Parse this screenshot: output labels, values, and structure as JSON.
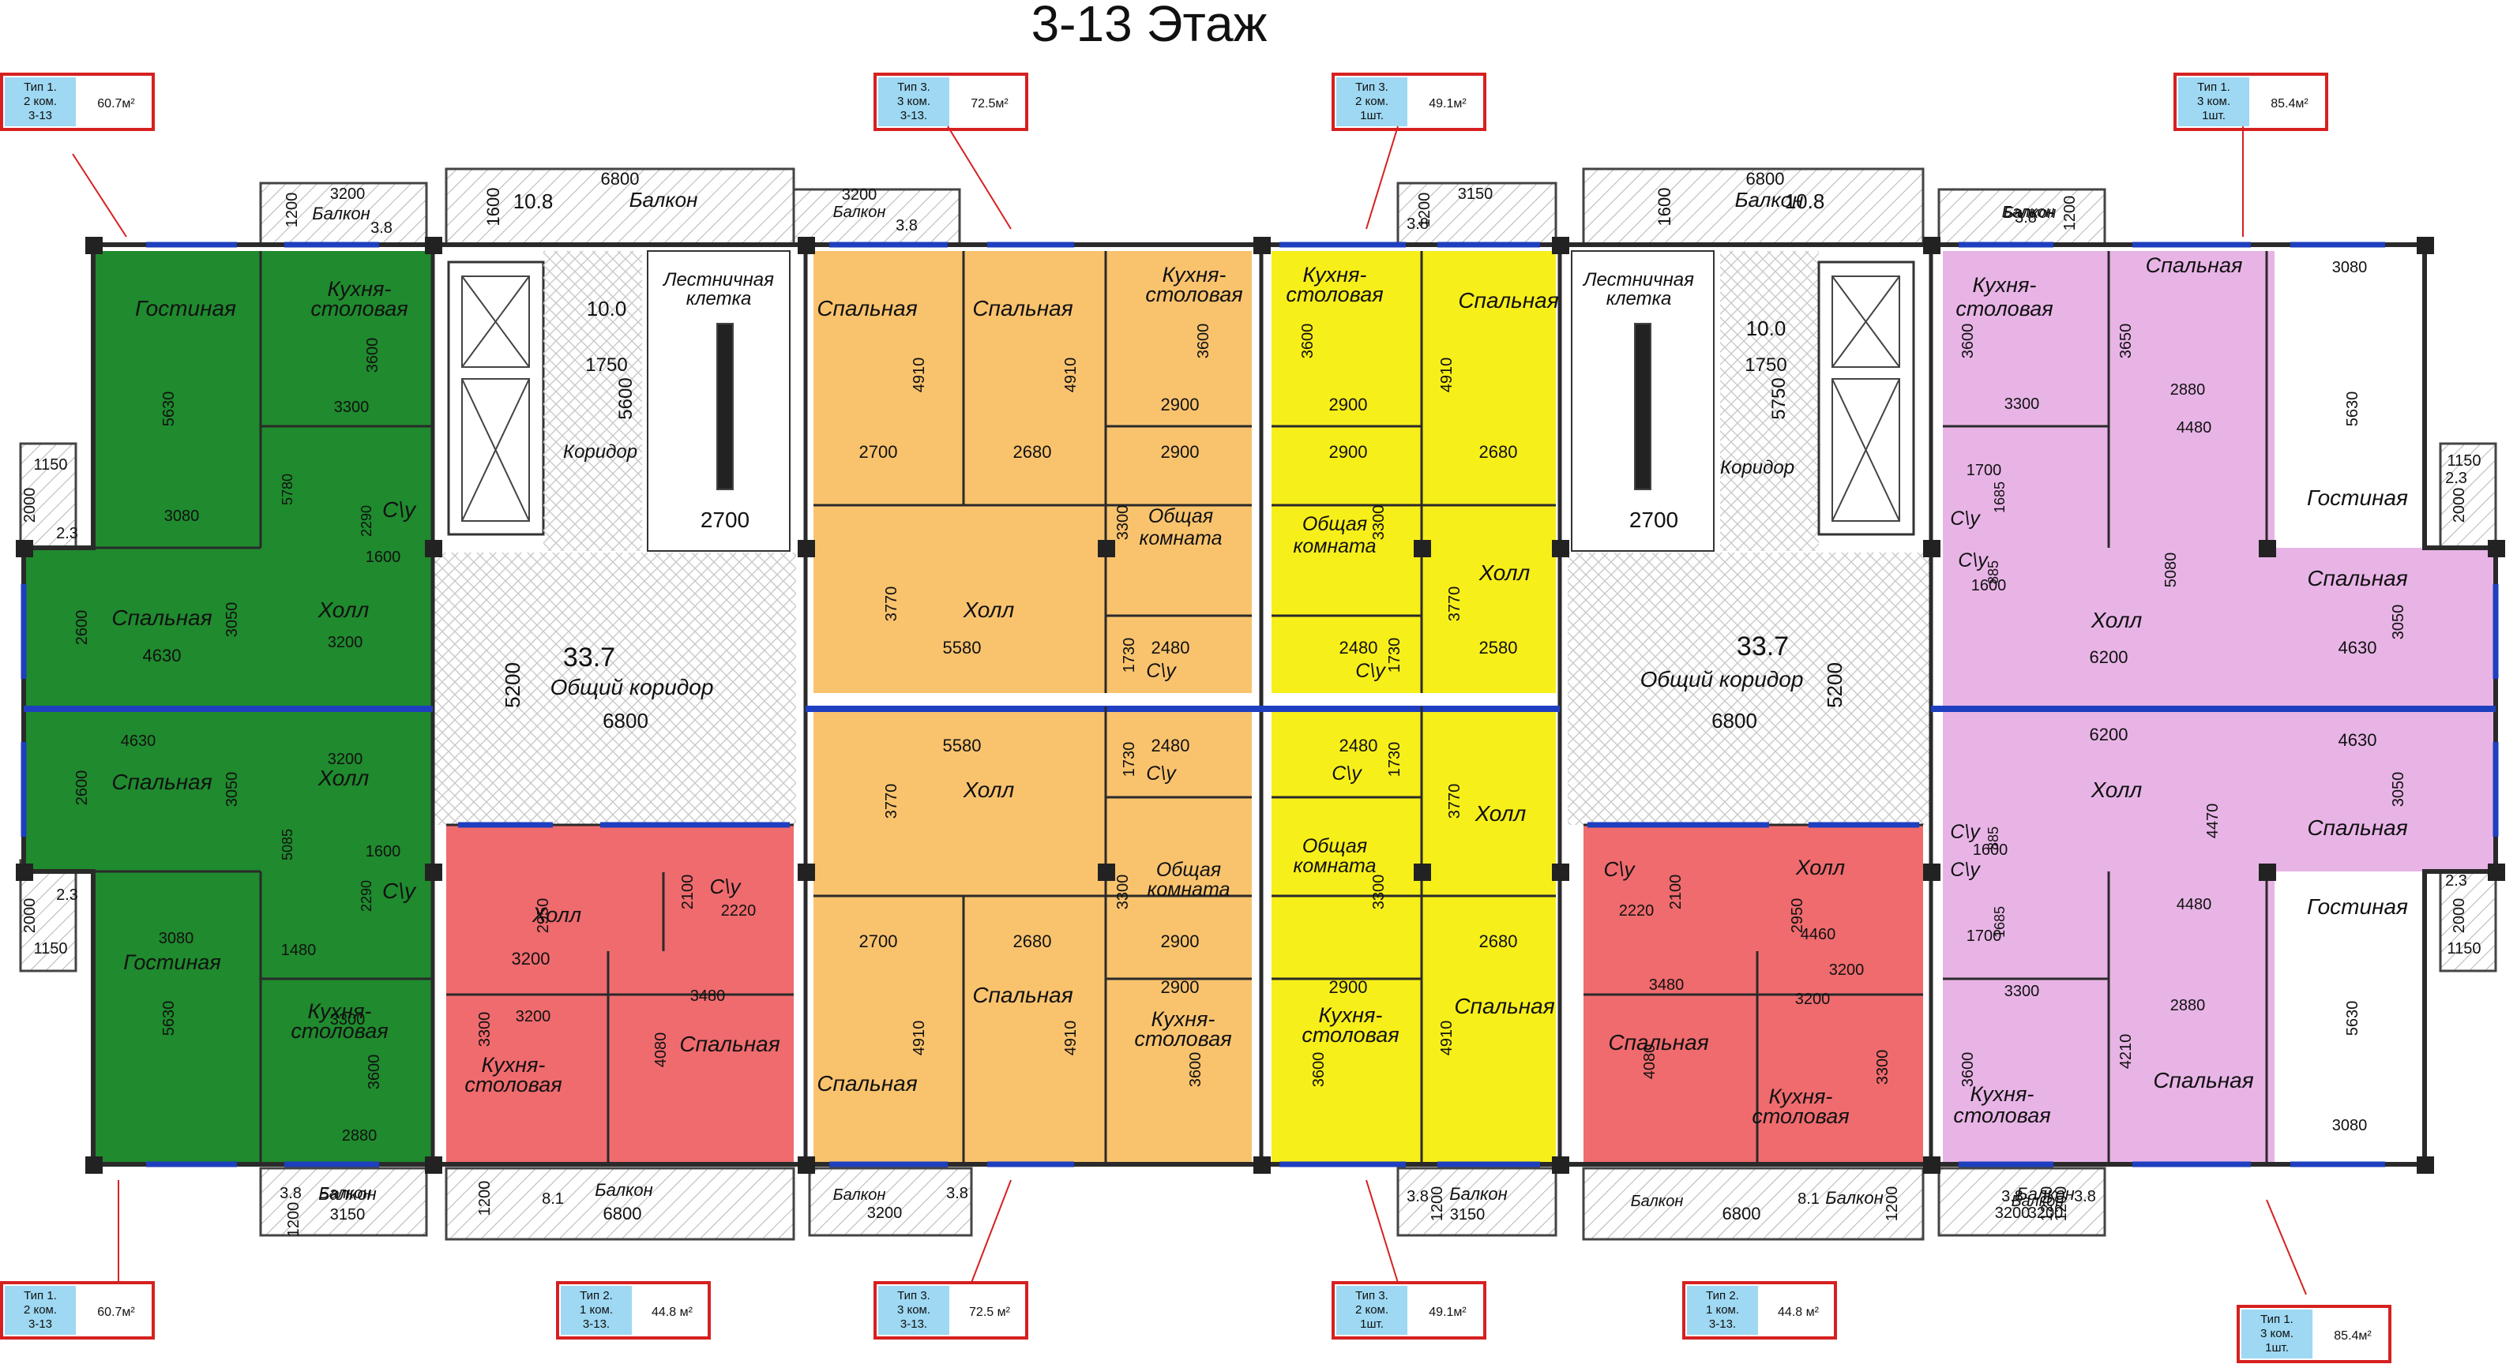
{
  "title": "3-13 Этаж",
  "colors": {
    "green": "#1f8a2e",
    "orange": "#f9c36e",
    "yellow": "#f7ef1a",
    "red": "#ef6b6e",
    "pink": "#e8b4e6",
    "tag_border": "#d62020",
    "tag_fill": "#9ed8f2",
    "wall": "#222222",
    "hatch": "#bfbfbf"
  },
  "tags": [
    {
      "id": "t1",
      "lines": [
        "Тип 1.",
        "2 ком.",
        "3-13"
      ],
      "area": "60.7м²"
    },
    {
      "id": "t2",
      "lines": [
        "Тип 3.",
        "3 ком.",
        "3-13."
      ],
      "area": "72.5м²"
    },
    {
      "id": "t3",
      "lines": [
        "Тип 3.",
        "2 ком.",
        "1шт."
      ],
      "area": "49.1м²"
    },
    {
      "id": "t4",
      "lines": [
        "Тип 1.",
        "3 ком.",
        "1шт."
      ],
      "area": "85.4м²"
    },
    {
      "id": "t5",
      "lines": [
        "Тип 1.",
        "2 ком.",
        "3-13"
      ],
      "area": "60.7м²"
    },
    {
      "id": "t6",
      "lines": [
        "Тип 2.",
        "1 ком.",
        "3-13."
      ],
      "area": "44.8 м²"
    },
    {
      "id": "t7",
      "lines": [
        "Тип 3.",
        "3 ком.",
        "3-13."
      ],
      "area": "72.5 м²"
    },
    {
      "id": "t8",
      "lines": [
        "Тип 3.",
        "2 ком.",
        "1шт."
      ],
      "area": "49.1м²"
    },
    {
      "id": "t9",
      "lines": [
        "Тип 2.",
        "1 ком.",
        "3-13."
      ],
      "area": "44.8 м²"
    },
    {
      "id": "t10",
      "lines": [
        "Тип 1.",
        "3 ком.",
        "1шт."
      ],
      "area": "85.4м²"
    }
  ],
  "rooms": [
    {
      "id": "r1",
      "text": "Гостиная"
    },
    {
      "id": "r2",
      "text": "Кухня-"
    },
    {
      "id": "r3",
      "text": "столовая"
    },
    {
      "id": "r4",
      "text": "Спальная"
    },
    {
      "id": "r5",
      "text": "Холл"
    },
    {
      "id": "r6",
      "text": "С\\у"
    },
    {
      "id": "r7",
      "text": "Холл"
    },
    {
      "id": "r8",
      "text": "Спальная"
    },
    {
      "id": "r9",
      "text": "С\\у"
    },
    {
      "id": "r10",
      "text": "Гостиная"
    },
    {
      "id": "r11",
      "text": "Кухня-"
    },
    {
      "id": "r12",
      "text": "столовая"
    },
    {
      "id": "r13",
      "text": "Балкон"
    },
    {
      "id": "r14",
      "text": "Балкон"
    },
    {
      "id": "r15",
      "text": "Балкон"
    },
    {
      "id": "r16",
      "text": "Балкон"
    },
    {
      "id": "r17",
      "text": "Коридор"
    },
    {
      "id": "r18",
      "text": "Лестничная"
    },
    {
      "id": "r19",
      "text": "клетка"
    },
    {
      "id": "r20",
      "text": "Общий коридор"
    },
    {
      "id": "r21",
      "text": "Балкон"
    },
    {
      "id": "r22",
      "text": "Спальная"
    },
    {
      "id": "r23",
      "text": "Спальная"
    },
    {
      "id": "r24",
      "text": "Кухня-"
    },
    {
      "id": "r25",
      "text": "столовая"
    },
    {
      "id": "r26",
      "text": "Общая"
    },
    {
      "id": "r27",
      "text": "комната"
    },
    {
      "id": "r28",
      "text": "Холл"
    },
    {
      "id": "r29",
      "text": "С\\у"
    },
    {
      "id": "r30",
      "text": "С\\у"
    },
    {
      "id": "r31",
      "text": "Холл"
    },
    {
      "id": "r32",
      "text": "Общая"
    },
    {
      "id": "r33",
      "text": "комната"
    },
    {
      "id": "r34",
      "text": "Спальная"
    },
    {
      "id": "r35",
      "text": "Кухня-"
    },
    {
      "id": "r36",
      "text": "столовая"
    },
    {
      "id": "r37",
      "text": "Спальная"
    },
    {
      "id": "r38",
      "text": "Балкон"
    },
    {
      "id": "r39",
      "text": "Кухня-"
    },
    {
      "id": "r40",
      "text": "столовая"
    },
    {
      "id": "r41",
      "text": "Спальная"
    },
    {
      "id": "r42",
      "text": "Общая"
    },
    {
      "id": "r43",
      "text": "комната"
    },
    {
      "id": "r44",
      "text": "Холл"
    },
    {
      "id": "r45",
      "text": "С\\у"
    },
    {
      "id": "r46",
      "text": "С\\у"
    },
    {
      "id": "r47",
      "text": "Холл"
    },
    {
      "id": "r48",
      "text": "Общая"
    },
    {
      "id": "r49",
      "text": "комната"
    },
    {
      "id": "r50",
      "text": "Кухня-"
    },
    {
      "id": "r51",
      "text": "столовая"
    },
    {
      "id": "r52",
      "text": "Спальная"
    },
    {
      "id": "r53",
      "text": "Балкон"
    },
    {
      "id": "r54",
      "text": "Балкон"
    },
    {
      "id": "r55",
      "text": "Лестничная"
    },
    {
      "id": "r56",
      "text": "клетка"
    },
    {
      "id": "r57",
      "text": "Коридор"
    },
    {
      "id": "r58",
      "text": "Общий коридор"
    },
    {
      "id": "r59",
      "text": "Балкон"
    },
    {
      "id": "r60",
      "text": "Балкон"
    },
    {
      "id": "r61",
      "text": "Балкон"
    },
    {
      "id": "r62",
      "text": "Кухня-"
    },
    {
      "id": "r63",
      "text": "столовая"
    },
    {
      "id": "r64",
      "text": "Спальная"
    },
    {
      "id": "r65",
      "text": "Гостиная"
    },
    {
      "id": "r66",
      "text": "С\\у"
    },
    {
      "id": "r67",
      "text": "С\\у"
    },
    {
      "id": "r68",
      "text": "Холл"
    },
    {
      "id": "r69",
      "text": "Спальная"
    },
    {
      "id": "r70",
      "text": "Холл"
    },
    {
      "id": "r71",
      "text": "Спальная"
    },
    {
      "id": "r72",
      "text": "С\\у"
    },
    {
      "id": "r73",
      "text": "С\\у"
    },
    {
      "id": "r74",
      "text": "Гостиная"
    },
    {
      "id": "r75",
      "text": "Кухня-"
    },
    {
      "id": "r76",
      "text": "столовая"
    },
    {
      "id": "r77",
      "text": "Спальная"
    },
    {
      "id": "r78",
      "text": "Балкон"
    },
    {
      "id": "r79",
      "text": "Балкон"
    },
    {
      "id": "r80",
      "text": "Холл"
    },
    {
      "id": "r81",
      "text": "С\\у"
    },
    {
      "id": "r82",
      "text": "Спальная"
    },
    {
      "id": "r83",
      "text": "Кухня-"
    },
    {
      "id": "r84",
      "text": "столовая"
    },
    {
      "id": "r85",
      "text": "Холл"
    },
    {
      "id": "r86",
      "text": "С\\у"
    },
    {
      "id": "r87",
      "text": "Спальная"
    },
    {
      "id": "r88",
      "text": "Кухня-"
    },
    {
      "id": "r89",
      "text": "столовая"
    },
    {
      "id": "r90",
      "text": "Балкон"
    },
    {
      "id": "r91",
      "text": "Балкон"
    }
  ],
  "dims": [
    {
      "id": "d1",
      "text": "5630"
    },
    {
      "id": "d2",
      "text": "3600"
    },
    {
      "id": "d3",
      "text": "3300"
    },
    {
      "id": "d4",
      "text": "3080"
    },
    {
      "id": "d5",
      "text": "5780"
    },
    {
      "id": "d6",
      "text": "2290"
    },
    {
      "id": "d7",
      "text": "1600"
    },
    {
      "id": "d8",
      "text": "2600"
    },
    {
      "id": "d9",
      "text": "3050"
    },
    {
      "id": "d10",
      "text": "4630"
    },
    {
      "id": "d11",
      "text": "3200"
    },
    {
      "id": "d12",
      "text": "4630"
    },
    {
      "id": "d13",
      "text": "3200"
    },
    {
      "id": "d14",
      "text": "2600"
    },
    {
      "id": "d15",
      "text": "3050"
    },
    {
      "id": "d16",
      "text": "5085"
    },
    {
      "id": "d17",
      "text": "1600"
    },
    {
      "id": "d18",
      "text": "2290"
    },
    {
      "id": "d19",
      "text": "3080"
    },
    {
      "id": "d20",
      "text": "1480"
    },
    {
      "id": "d21",
      "text": "5630"
    },
    {
      "id": "d22",
      "text": "3300"
    },
    {
      "id": "d23",
      "text": "3600"
    },
    {
      "id": "d24",
      "text": "2880"
    },
    {
      "id": "d25",
      "text": "3200"
    },
    {
      "id": "d26",
      "text": "1200"
    },
    {
      "id": "d27",
      "text": "3.8"
    },
    {
      "id": "d28",
      "text": "3.8"
    },
    {
      "id": "d29",
      "text": "1200"
    },
    {
      "id": "d30",
      "text": "3150"
    },
    {
      "id": "d31",
      "text": "1150"
    },
    {
      "id": "d32",
      "text": "2000"
    },
    {
      "id": "d33",
      "text": "2.3"
    },
    {
      "id": "d34",
      "text": "2000"
    },
    {
      "id": "d35",
      "text": "2.3"
    },
    {
      "id": "d36",
      "text": "1150"
    },
    {
      "id": "d37",
      "text": "6800"
    },
    {
      "id": "d38",
      "text": "1600"
    },
    {
      "id": "d39",
      "text": "10.8"
    },
    {
      "id": "d40",
      "text": "10.0"
    },
    {
      "id": "d41",
      "text": "1750"
    },
    {
      "id": "d42",
      "text": "5600"
    },
    {
      "id": "d43",
      "text": "2700"
    },
    {
      "id": "d44",
      "text": "33.7"
    },
    {
      "id": "d45",
      "text": "5200"
    },
    {
      "id": "d46",
      "text": "6800"
    },
    {
      "id": "d47",
      "text": "2950"
    },
    {
      "id": "d48",
      "text": "2100"
    },
    {
      "id": "d49",
      "text": "2220"
    },
    {
      "id": "d50",
      "text": "3200"
    },
    {
      "id": "d51",
      "text": "3480"
    },
    {
      "id": "d52",
      "text": "3300"
    },
    {
      "id": "d53",
      "text": "3200"
    },
    {
      "id": "d54",
      "text": "4080"
    },
    {
      "id": "d55",
      "text": "1200"
    },
    {
      "id": "d56",
      "text": "8.1"
    },
    {
      "id": "d57",
      "text": "6800"
    },
    {
      "id": "d58",
      "text": "3150"
    },
    {
      "id": "d59",
      "text": "1200"
    },
    {
      "id": "d60",
      "text": "3.8"
    },
    {
      "id": "d61",
      "text": "4910"
    },
    {
      "id": "d62",
      "text": "4910"
    },
    {
      "id": "d63",
      "text": "3600"
    },
    {
      "id": "d64",
      "text": "2900"
    },
    {
      "id": "d65",
      "text": "2700"
    },
    {
      "id": "d66",
      "text": "2680"
    },
    {
      "id": "d67",
      "text": "2900"
    },
    {
      "id": "d68",
      "text": "3300"
    },
    {
      "id": "d69",
      "text": "3770"
    },
    {
      "id": "d70",
      "text": "5580"
    },
    {
      "id": "d71",
      "text": "1730"
    },
    {
      "id": "d72",
      "text": "2480"
    },
    {
      "id": "d73",
      "text": "5580"
    },
    {
      "id": "d74",
      "text": "1730"
    },
    {
      "id": "d75",
      "text": "2480"
    },
    {
      "id": "d76",
      "text": "3770"
    },
    {
      "id": "d77",
      "text": "3300"
    },
    {
      "id": "d78",
      "text": "2700"
    },
    {
      "id": "d79",
      "text": "2680"
    },
    {
      "id": "d80",
      "text": "2900"
    },
    {
      "id": "d81",
      "text": "2900"
    },
    {
      "id": "d82",
      "text": "4910"
    },
    {
      "id": "d83",
      "text": "4910"
    },
    {
      "id": "d84",
      "text": "3600"
    },
    {
      "id": "d85",
      "text": "3200"
    },
    {
      "id": "d86",
      "text": "3.8"
    },
    {
      "id": "d87",
      "text": "3200"
    },
    {
      "id": "d88",
      "text": "3.8"
    },
    {
      "id": "d89",
      "text": "3600"
    },
    {
      "id": "d90",
      "text": "4910"
    },
    {
      "id": "d91",
      "text": "2900"
    },
    {
      "id": "d92",
      "text": "2900"
    },
    {
      "id": "d93",
      "text": "2680"
    },
    {
      "id": "d94",
      "text": "3300"
    },
    {
      "id": "d95",
      "text": "1730"
    },
    {
      "id": "d96",
      "text": "2480"
    },
    {
      "id": "d97",
      "text": "3770"
    },
    {
      "id": "d98",
      "text": "2580"
    },
    {
      "id": "d99",
      "text": "2480"
    },
    {
      "id": "d100",
      "text": "1730"
    },
    {
      "id": "d101",
      "text": "3300"
    },
    {
      "id": "d102",
      "text": "3770"
    },
    {
      "id": "d103",
      "text": "2680"
    },
    {
      "id": "d104",
      "text": "2900"
    },
    {
      "id": "d105",
      "text": "3600"
    },
    {
      "id": "d106",
      "text": "4910"
    },
    {
      "id": "d107",
      "text": "3.8"
    },
    {
      "id": "d108",
      "text": "1200"
    },
    {
      "id": "d109",
      "text": "3150"
    },
    {
      "id": "d110",
      "text": "3200"
    },
    {
      "id": "d111",
      "text": "3.8"
    },
    {
      "id": "d112",
      "text": "1200"
    },
    {
      "id": "d113",
      "text": "6800"
    },
    {
      "id": "d114",
      "text": "1600"
    },
    {
      "id": "d115",
      "text": "10.8"
    },
    {
      "id": "d116",
      "text": "10.0"
    },
    {
      "id": "d117",
      "text": "1750"
    },
    {
      "id": "d118",
      "text": "5750"
    },
    {
      "id": "d119",
      "text": "2700"
    },
    {
      "id": "d120",
      "text": "33.7"
    },
    {
      "id": "d121",
      "text": "5200"
    },
    {
      "id": "d122",
      "text": "6800"
    },
    {
      "id": "d123",
      "text": "2220"
    },
    {
      "id": "d124",
      "text": "2100"
    },
    {
      "id": "d125",
      "text": "2950"
    },
    {
      "id": "d126",
      "text": "4460"
    },
    {
      "id": "d127",
      "text": "3200"
    },
    {
      "id": "d128",
      "text": "3480"
    },
    {
      "id": "d129",
      "text": "3200"
    },
    {
      "id": "d130",
      "text": "4080"
    },
    {
      "id": "d131",
      "text": "3300"
    },
    {
      "id": "d132",
      "text": "6800"
    },
    {
      "id": "d133",
      "text": "8.1"
    },
    {
      "id": "d134",
      "text": "1200"
    },
    {
      "id": "d135",
      "text": "3200"
    },
    {
      "id": "d136",
      "text": "3.8"
    },
    {
      "id": "d137",
      "text": "1200"
    },
    {
      "id": "d138",
      "text": "3.8"
    },
    {
      "id": "d139",
      "text": "1200"
    },
    {
      "id": "d140",
      "text": "3600"
    },
    {
      "id": "d141",
      "text": "3650"
    },
    {
      "id": "d142",
      "text": "3300"
    },
    {
      "id": "d143",
      "text": "2880"
    },
    {
      "id": "d144",
      "text": "3080"
    },
    {
      "id": "d145",
      "text": "5630"
    },
    {
      "id": "d146",
      "text": "4480"
    },
    {
      "id": "d147",
      "text": "1700"
    },
    {
      "id": "d148",
      "text": "1685"
    },
    {
      "id": "d149",
      "text": "1600"
    },
    {
      "id": "d150",
      "text": "885"
    },
    {
      "id": "d151",
      "text": "5080"
    },
    {
      "id": "d152",
      "text": "6200"
    },
    {
      "id": "d153",
      "text": "3050"
    },
    {
      "id": "d154",
      "text": "4630"
    },
    {
      "id": "d155",
      "text": "6200"
    },
    {
      "id": "d156",
      "text": "4630"
    },
    {
      "id": "d157",
      "text": "3050"
    },
    {
      "id": "d158",
      "text": "4470"
    },
    {
      "id": "d159",
      "text": "1600"
    },
    {
      "id": "d160",
      "text": "885"
    },
    {
      "id": "d161",
      "text": "1700"
    },
    {
      "id": "d162",
      "text": "1685"
    },
    {
      "id": "d163",
      "text": "4480"
    },
    {
      "id": "d164",
      "text": "3300"
    },
    {
      "id": "d165",
      "text": "2880"
    },
    {
      "id": "d166",
      "text": "5630"
    },
    {
      "id": "d167",
      "text": "3600"
    },
    {
      "id": "d168",
      "text": "4210"
    },
    {
      "id": "d169",
      "text": "3080"
    },
    {
      "id": "d170",
      "text": "1150"
    },
    {
      "id": "d171",
      "text": "2.3"
    },
    {
      "id": "d172",
      "text": "2000"
    },
    {
      "id": "d173",
      "text": "2.3"
    },
    {
      "id": "d174",
      "text": "2000"
    },
    {
      "id": "d175",
      "text": "1150"
    }
  ]
}
